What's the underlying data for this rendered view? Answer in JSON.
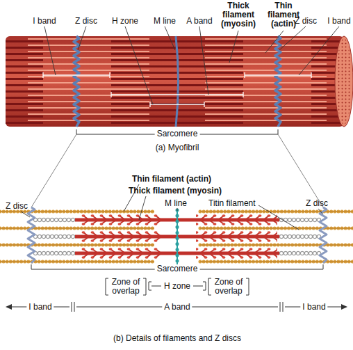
{
  "diagram": {
    "labels": [
      "I band",
      "Z disc",
      "H zone",
      "M line",
      "A band",
      "Thick filament (myosin)",
      "Thin filament (actin)",
      "Z disc",
      "I band",
      "Sarcomere",
      "(a) Myofibril",
      "Thin filament (actin)",
      "Thick filament (myosin)",
      "Z disc",
      "M line",
      "Titin filament",
      "Z disc",
      "Sarcomere",
      "Zone of overlap",
      "H zone",
      "Zone of overlap",
      "I band",
      "A band",
      "I band",
      "(b) Details of filaments and Z discs"
    ]
  }
}
